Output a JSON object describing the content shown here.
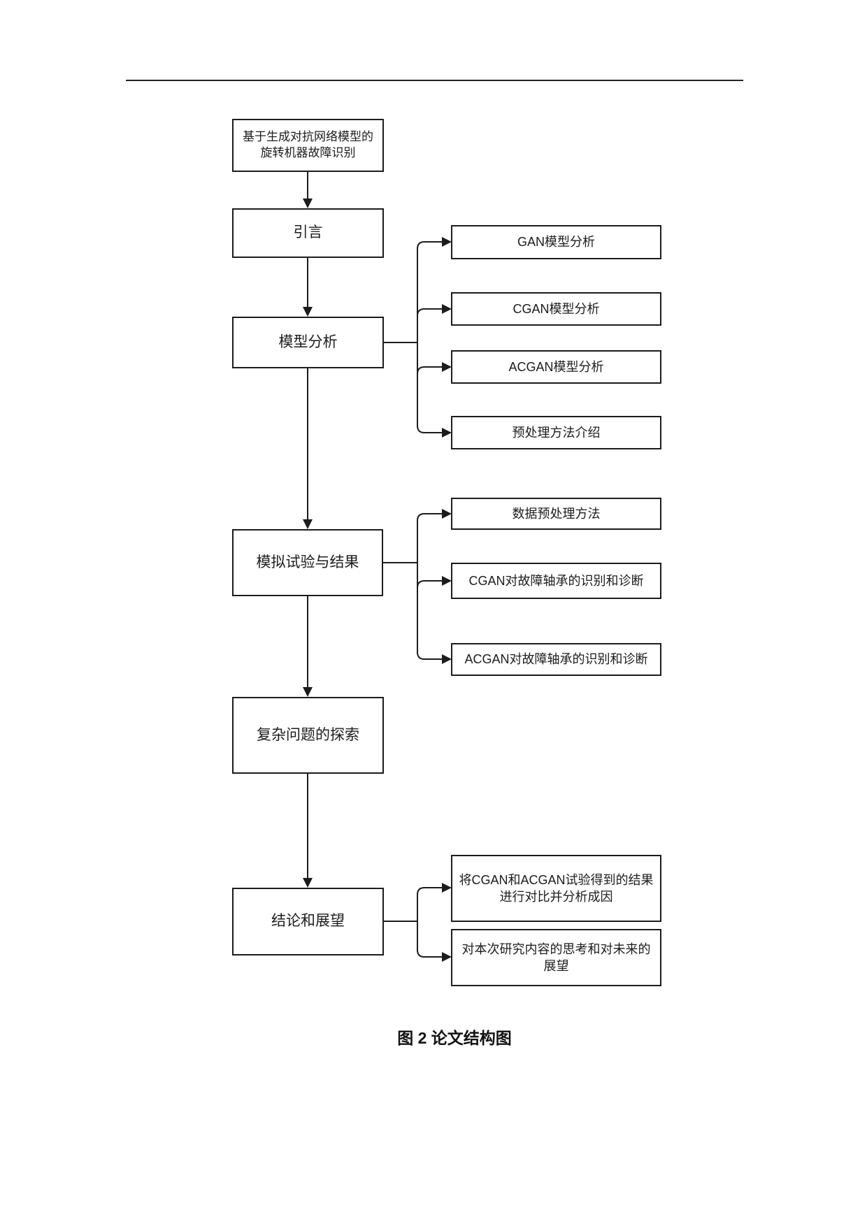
{
  "page": {
    "caption": "图 2 论文结构图"
  },
  "flowchart": {
    "main_nodes": [
      {
        "id": "title",
        "label": "基于生成对抗网络模型的旋转机器故障识别"
      },
      {
        "id": "intro",
        "label": "引言"
      },
      {
        "id": "model",
        "label": "模型分析"
      },
      {
        "id": "sim",
        "label": "模拟试验与结果"
      },
      {
        "id": "complex",
        "label": "复杂问题的探索"
      },
      {
        "id": "conclusion",
        "label": "结论和展望"
      }
    ],
    "model_branches": [
      "GAN模型分析",
      "CGAN模型分析",
      "ACGAN模型分析",
      "预处理方法介绍"
    ],
    "sim_branches": [
      "数据预处理方法",
      "CGAN对故障轴承的识别和诊断",
      "ACGAN对故障轴承的识别和诊断"
    ],
    "conclusion_branches": [
      "将CGAN和ACGAN试验得到的结果进行对比并分析成因",
      "对本次研究内容的思考和对未来的展望"
    ],
    "line_color": "#1c1c1c"
  }
}
